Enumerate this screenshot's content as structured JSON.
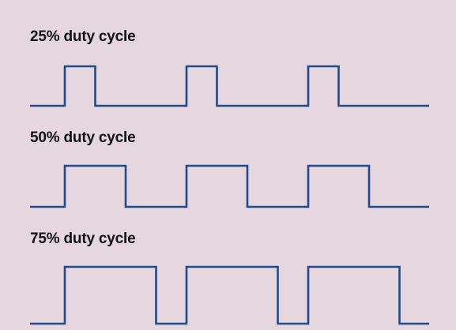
{
  "colors": {
    "background": "#e6d7df",
    "waveform": "#1e4a8f",
    "title_text": "#111111"
  },
  "waveforms": [
    {
      "title": "25% duty cycle",
      "duty_cycle": 0.25,
      "periods": 3
    },
    {
      "title": "50% duty cycle",
      "duty_cycle": 0.5,
      "periods": 3
    },
    {
      "title": "75% duty cycle",
      "duty_cycle": 0.75,
      "periods": 3
    }
  ]
}
